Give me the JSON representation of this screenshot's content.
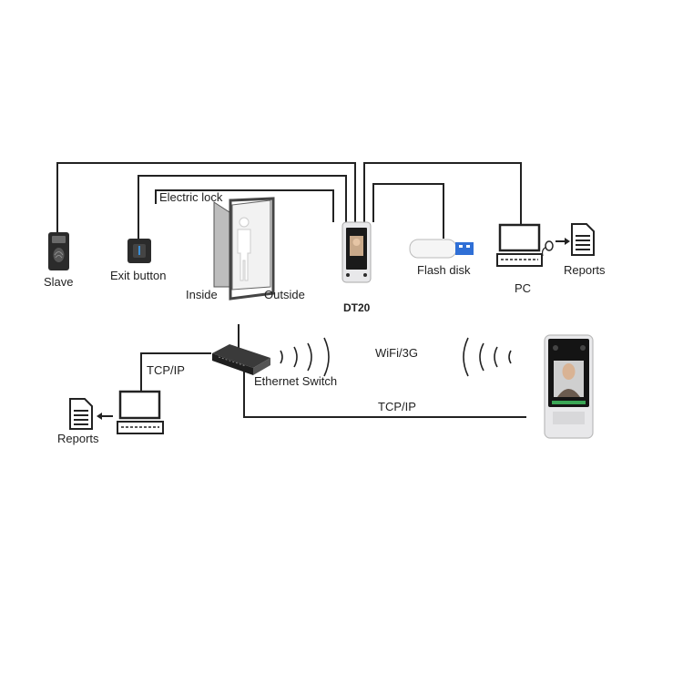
{
  "labels": {
    "slave": "Slave",
    "exit_button": "Exit button",
    "electric_lock": "Electric lock",
    "inside": "Inside",
    "outside": "Outside",
    "dt20": "DT20",
    "flash_disk": "Flash disk",
    "pc": "PC",
    "reports_top": "Reports",
    "tcpip_left": "TCP/IP",
    "ethernet_switch": "Ethernet Switch",
    "wifi_3g": "WiFi/3G",
    "tcpip_bottom": "TCP/IP",
    "reports_bottom": "Reports"
  },
  "colors": {
    "line": "#222222",
    "device_dark": "#2b2b2b",
    "device_panel": "#e8e8ea",
    "usb_blue": "#2f6fd6",
    "accent_blue": "#3a8fd8"
  },
  "icons": [
    "fingerprint-reader-icon",
    "exit-button-icon",
    "door-icon",
    "face-terminal-icon",
    "usb-flash-icon",
    "computer-icon",
    "mouse-icon",
    "document-icon",
    "router-icon",
    "wifi-wave-icon",
    "arrow-icon"
  ]
}
